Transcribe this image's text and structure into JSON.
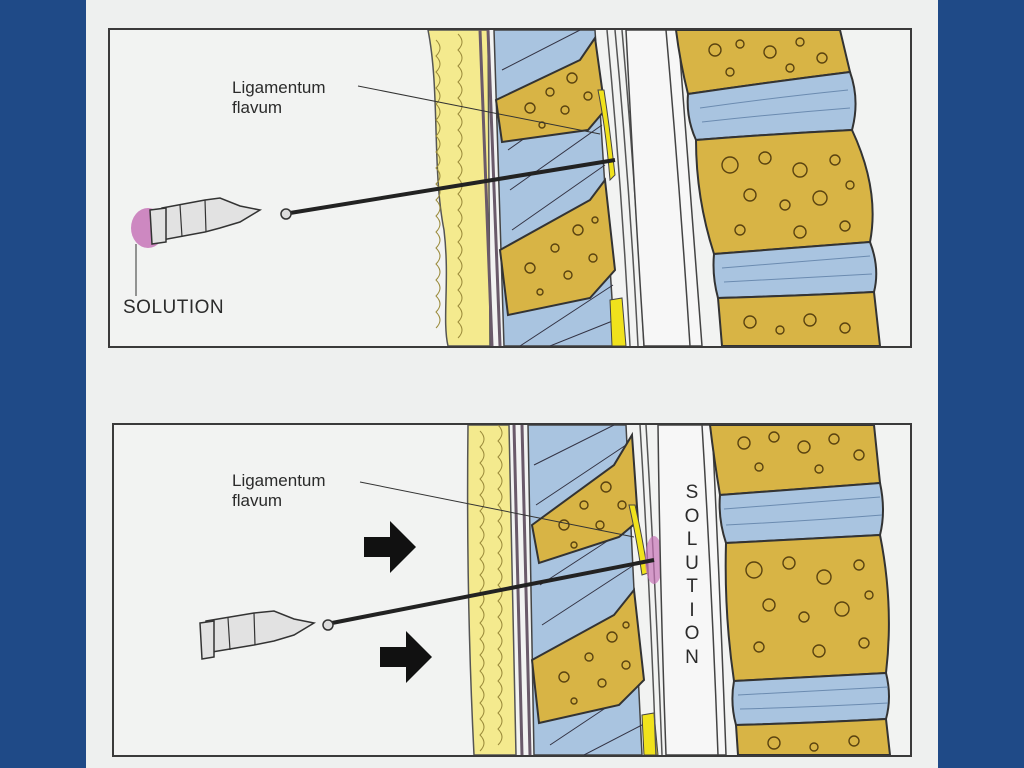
{
  "top_panel": {
    "ligament_label_line1": "Ligamentum",
    "ligament_label_line2": "flavum",
    "solution_label": "SOLUTION"
  },
  "bottom_panel": {
    "ligament_label_line1": "Ligamentum",
    "ligament_label_line2": "flavum",
    "solution_letters": [
      "S",
      "O",
      "L",
      "U",
      "T",
      "I",
      "O",
      "N"
    ]
  },
  "colors": {
    "background": "#1f4a87",
    "bone": "#d8b445",
    "disc": "#a9c4e0",
    "fat": "#f4ea8e",
    "ligament": "#f0e21c",
    "solution": "#c774b8"
  }
}
